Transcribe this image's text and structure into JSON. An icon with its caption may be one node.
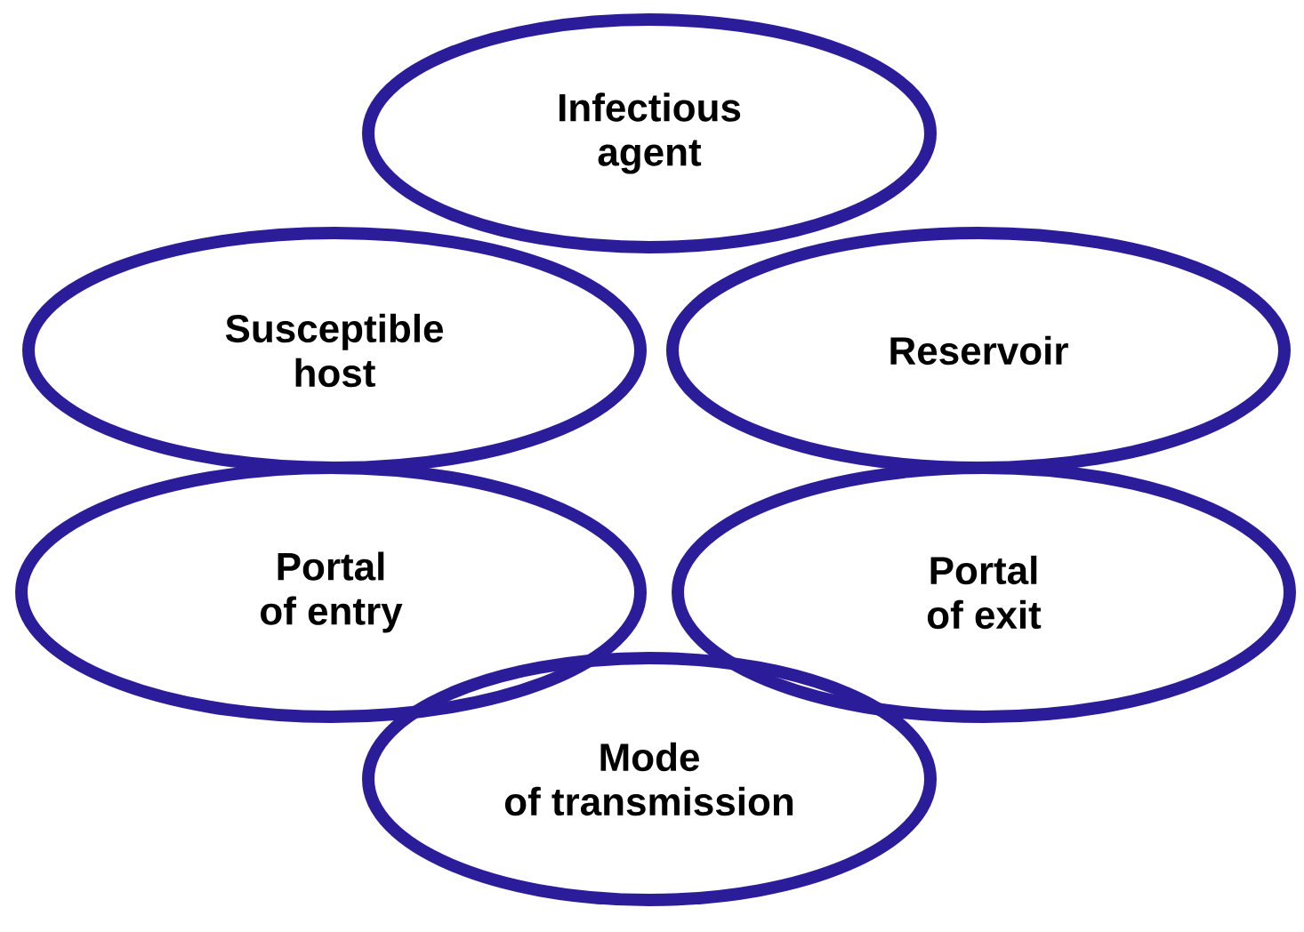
{
  "diagram": {
    "nodes": [
      {
        "text": [
          "Infectious agent"
        ]
      },
      {
        "text": [
          "Susceptible host"
        ]
      },
      {
        "text": [
          "Reservoir"
        ]
      },
      {
        "text": [
          "Portal of entry"
        ]
      },
      {
        "text": [
          "Portal of exit"
        ]
      },
      {
        "text": [
          "Mode of transmission"
        ]
      }
    ]
  }
}
